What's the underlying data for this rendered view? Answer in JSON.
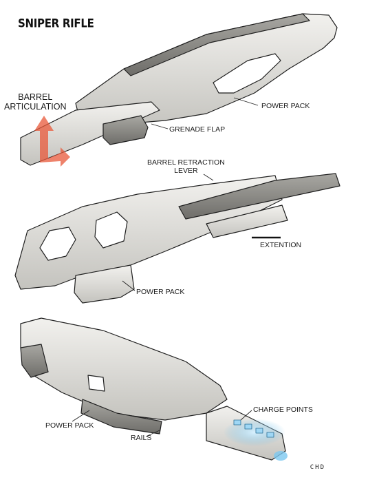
{
  "title": "SNIPER RIFLE",
  "callouts": {
    "barrel_articulation": "BARREL\nARTICULATION",
    "power_pack_top": "POWER PACK",
    "grenade_flap": "GRENADE FLAP",
    "barrel_retraction_lever": "BARREL RETRACTION\nLEVER",
    "extention": "EXTENTION",
    "power_pack_middle": "POWER PACK",
    "power_pack_bottom": "POWER PACK",
    "charge_points": "CHARGE POINTS",
    "rails": "RAILS"
  },
  "signature": "CHD",
  "colors": {
    "metal_light": "#e8e7e3",
    "metal_mid": "#c9c8c3",
    "metal_dark": "#8f8e89",
    "ink": "#1f1f1f",
    "arrow_red": "#e8583a",
    "charge_blue": "#9fd7f5"
  }
}
